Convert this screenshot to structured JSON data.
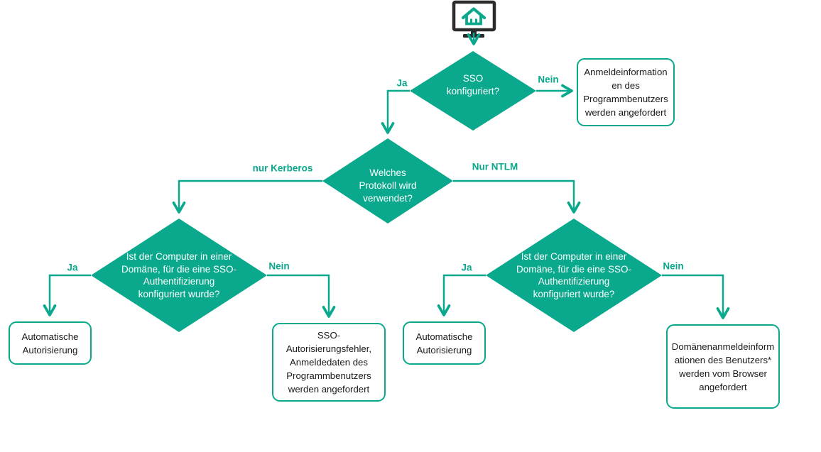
{
  "title": "SSO-Authentifizierung Flussdiagramm",
  "colors": {
    "accent_teal": "#0aa88c",
    "monitor_dark": "#2b2b2b",
    "box_text": "#1a1a1a",
    "diamond_text": "#ffffff",
    "background": "#ffffff"
  },
  "start": {
    "icon": "computer-home-icon"
  },
  "decisions": {
    "sso_configured": "SSO\nkonfiguriert?",
    "which_protocol": "Welches\nProtokoll wird\nverwendet?",
    "domain_sso_left": "Ist der Computer in einer\nDomäne, für die eine SSO-\nAuthentifizierung\nkonfiguriert wurde?",
    "domain_sso_right": "Ist der Computer in einer\nDomäne, für die eine SSO-\nAuthentifizierung\nkonfiguriert wurde?"
  },
  "boxes": {
    "program_credentials": "Anmeldeinformation\nen des\nProgrammbenutzers\nwerden angefordert",
    "auto_auth_left": "Automatische\nAutorisierung",
    "sso_error": "SSO-\nAutorisierungsfehler,\nAnmeldedaten des\nProgrammbenutzers\nwerden angefordert",
    "auto_auth_right": "Automatische\nAutorisierung",
    "domain_credentials": "Domänenanmeldeinform\nationen des Benutzers*\nwerden vom Browser\nangefordert"
  },
  "edge_labels": {
    "ja_top": "Ja",
    "nein_top": "Nein",
    "kerberos": "nur Kerberos",
    "ntlm": "Nur NTLM",
    "ja_left": "Ja",
    "nein_left": "Nein",
    "ja_right": "Ja",
    "nein_right": "Nein"
  }
}
